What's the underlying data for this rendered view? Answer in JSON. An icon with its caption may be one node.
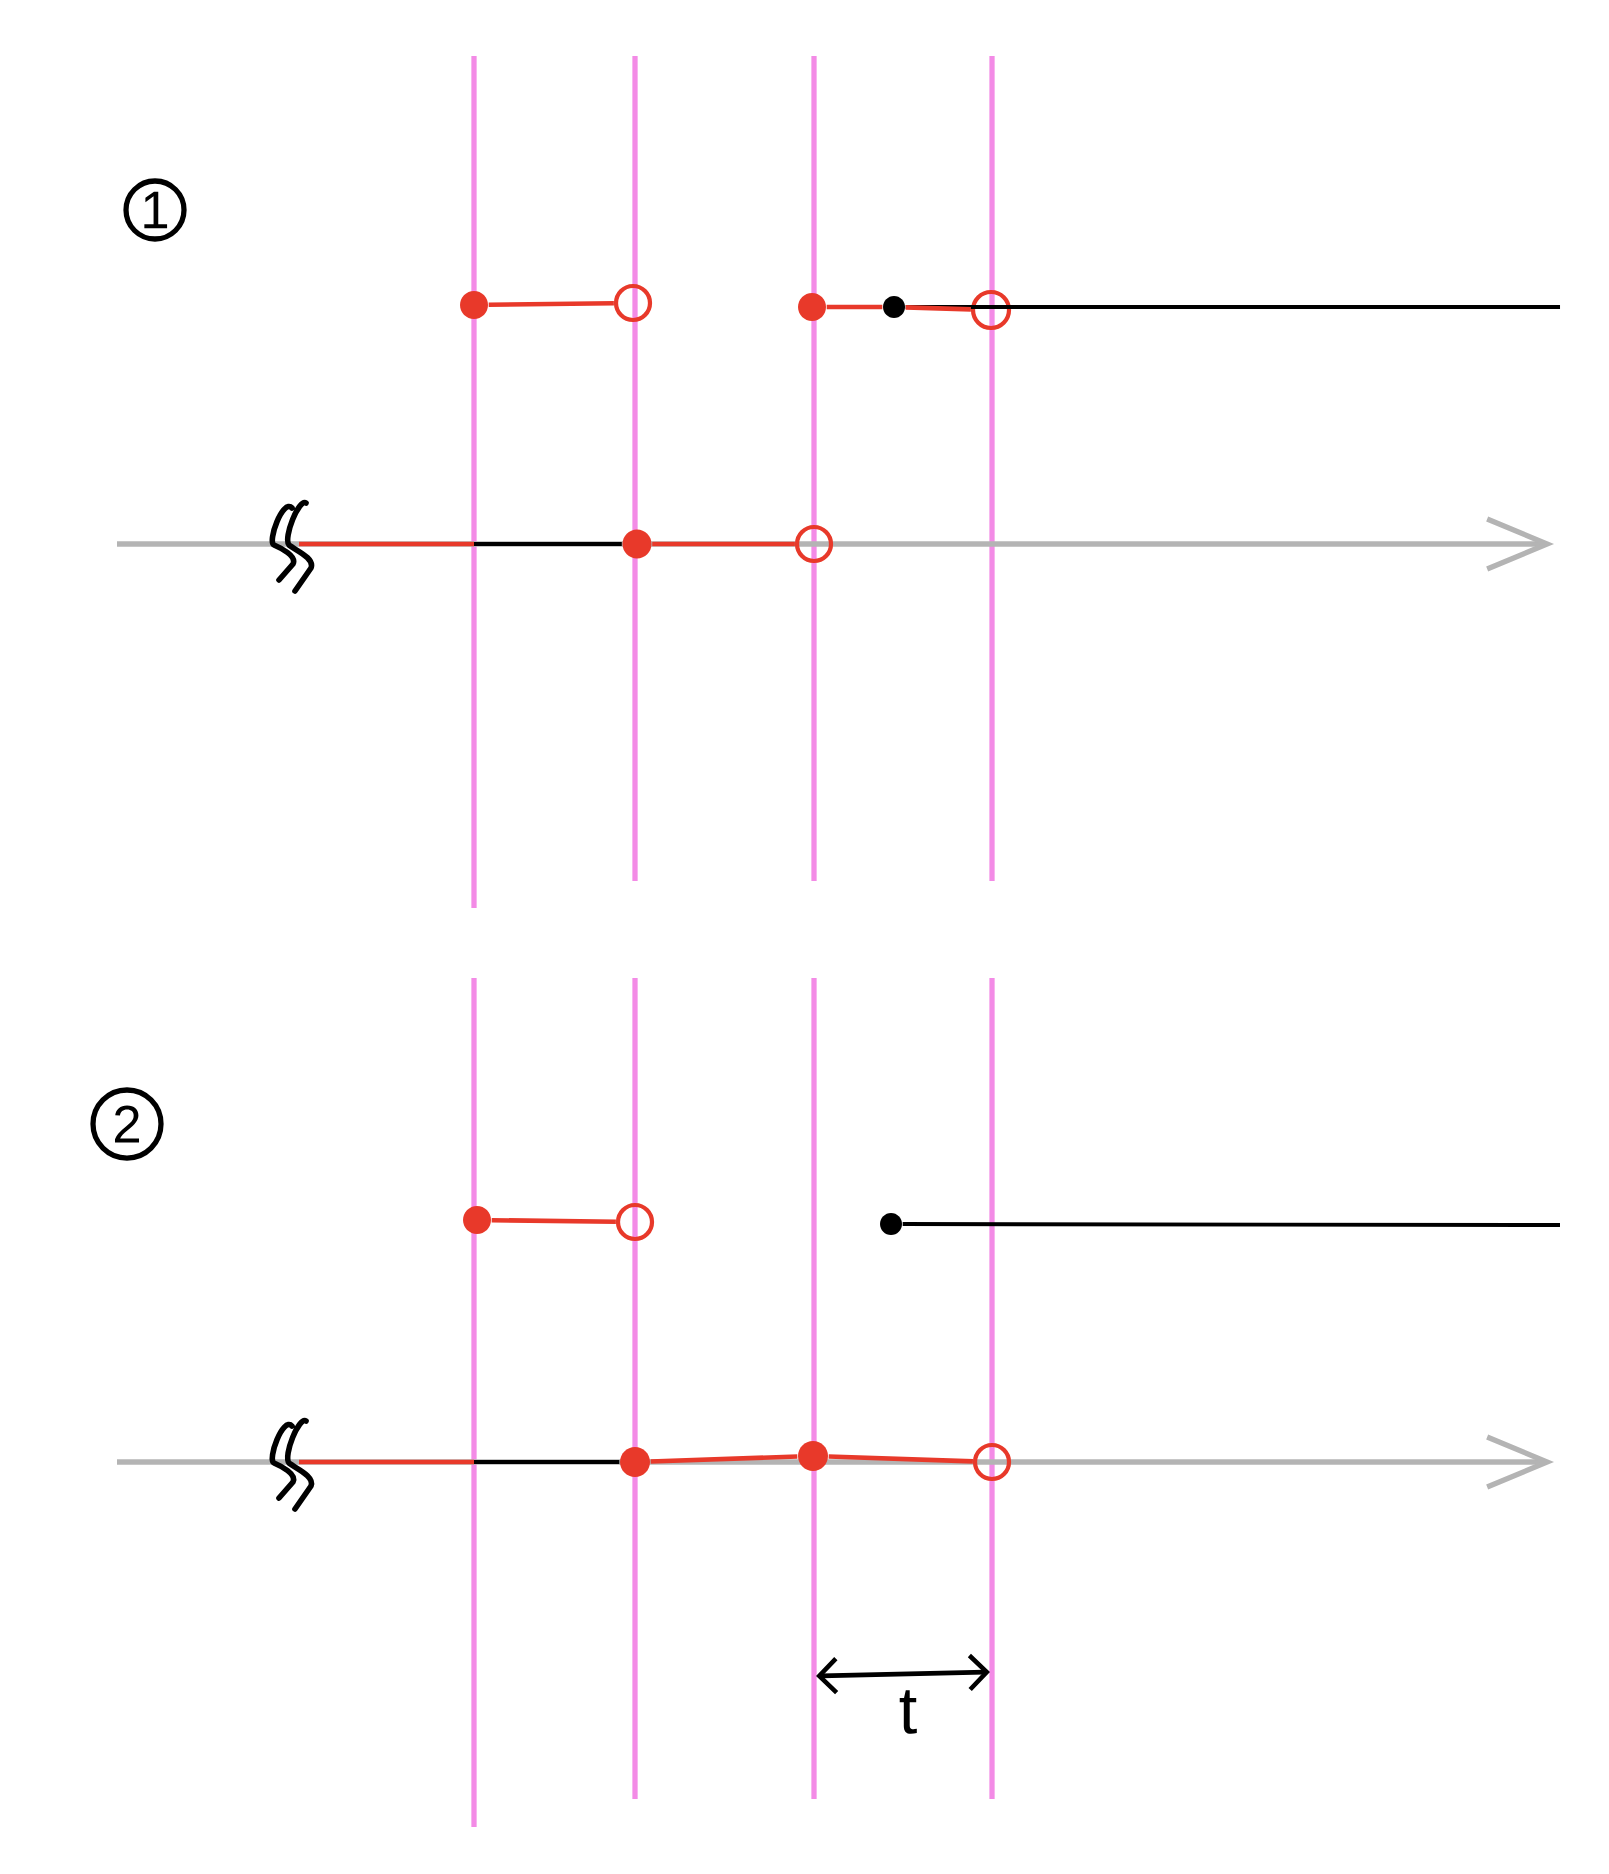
{
  "diagram": {
    "nodes": [
      {
        "text": [
          "1"
        ]
      },
      {
        "text": [
          "2"
        ]
      },
      {
        "text": [],
        "shape": "dot"
      },
      {
        "text": [],
        "shape": "circle"
      },
      {
        "text": [],
        "shape": "dot"
      },
      {
        "text": [],
        "shape": "dot"
      },
      {
        "text": [],
        "shape": "circle"
      },
      {
        "text": [],
        "shape": "dot"
      },
      {
        "text": [],
        "shape": "circle"
      },
      {
        "text": [],
        "shape": "dot"
      },
      {
        "text": [],
        "shape": "circle"
      },
      {
        "text": [],
        "shape": "dot"
      },
      {
        "text": [],
        "shape": "dot"
      },
      {
        "text": [],
        "shape": "dot"
      },
      {
        "text": [],
        "shape": "circle"
      }
    ],
    "edges": [
      {
        "from": 2,
        "to": 3,
        "arrow": "none"
      },
      {
        "from": 4,
        "to": 5,
        "arrow": "none"
      },
      {
        "from": 5,
        "to": 6,
        "arrow": "none"
      },
      {
        "from": 5,
        "to": null,
        "arrow": "none",
        "color": "#000000"
      },
      {
        "from": null,
        "to": 7,
        "arrow": "none",
        "color": "#000000"
      },
      {
        "from": 7,
        "to": 8,
        "arrow": "none"
      },
      {
        "from": 9,
        "to": 10,
        "arrow": "none"
      },
      {
        "from": 11,
        "to": null,
        "arrow": "none",
        "color": "#000000"
      },
      {
        "from": null,
        "to": 12,
        "arrow": "none",
        "color": "#000000"
      },
      {
        "from": 12,
        "to": 13,
        "arrow": "none"
      },
      {
        "from": 13,
        "to": 14,
        "arrow": "none"
      }
    ],
    "labels": [
      "t"
    ]
  }
}
